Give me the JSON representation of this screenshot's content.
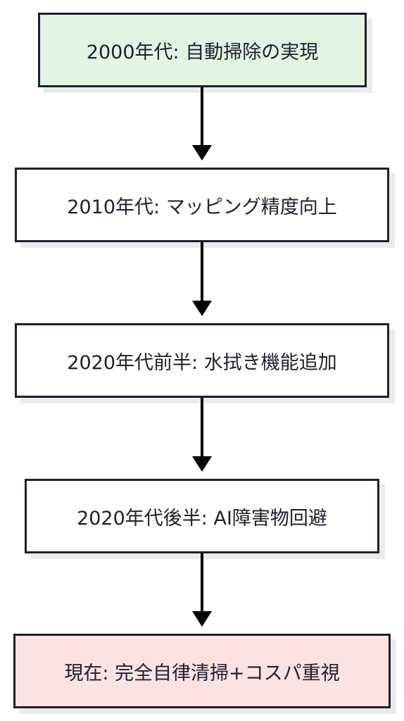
{
  "diagram": {
    "nodes": [
      {
        "id": "n1",
        "label": "2000年代: 自動掃除の実現",
        "fill": "#e2f5e2"
      },
      {
        "id": "n2",
        "label": "2010年代: マッピング精度向上",
        "fill": "#ffffff"
      },
      {
        "id": "n3",
        "label": "2020年代前半: 水拭き機能追加",
        "fill": "#ffffff"
      },
      {
        "id": "n4",
        "label": "2020年代後半: AI障害物回避",
        "fill": "#ffffff"
      },
      {
        "id": "n5",
        "label": "現在: 完全自律清掃+コスパ重視",
        "fill": "#fde2e2"
      }
    ],
    "edges": [
      {
        "from": "n1",
        "to": "n2"
      },
      {
        "from": "n2",
        "to": "n3"
      },
      {
        "from": "n3",
        "to": "n4"
      },
      {
        "from": "n4",
        "to": "n5"
      }
    ],
    "colors": {
      "stroke": "#1f1f2e",
      "arrow": "#000000"
    }
  }
}
